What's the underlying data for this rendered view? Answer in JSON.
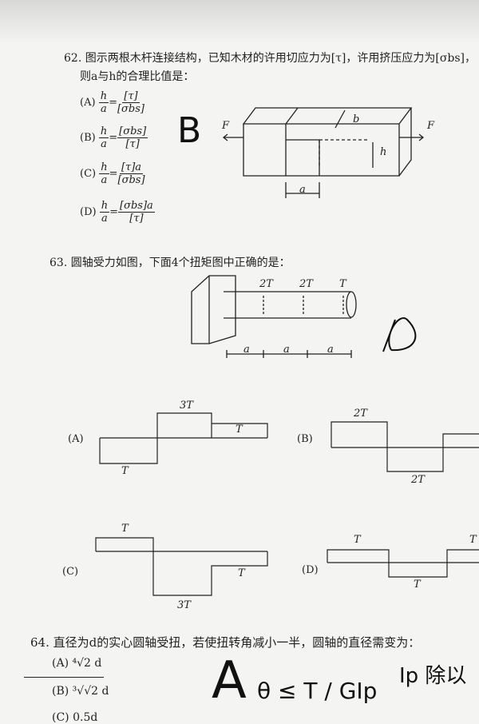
{
  "q62": {
    "line1": "62. 图示两根木杆连接结构，已知木材的许用切应力为[τ]，许用挤压应力为[σbs]，",
    "line2": "则a与h的合理比值是：",
    "options": [
      {
        "label": "(A)",
        "lhs_num": "h",
        "lhs_den": "a",
        "rhs_num": "[τ]",
        "rhs_den": "[σbs]"
      },
      {
        "label": "(B)",
        "lhs_num": "h",
        "lhs_den": "a",
        "rhs_num": "[σbs]",
        "rhs_den": "[τ]"
      },
      {
        "label": "(C)",
        "lhs_num": "h",
        "lhs_den": "a",
        "rhs_num": "[τ]a",
        "rhs_den": "[σbs]"
      },
      {
        "label": "(D)",
        "lhs_num": "h",
        "lhs_den": "a",
        "rhs_num": "[σbs]a",
        "rhs_den": "[τ]"
      }
    ],
    "figure": {
      "F_left": "F",
      "F_right": "F",
      "b": "b",
      "h": "h",
      "a": "a"
    },
    "handwritten": "B"
  },
  "q63": {
    "text": "63. 圆轴受力如图，下面4个扭矩图中正确的是：",
    "figure": {
      "t1": "2T",
      "t2": "2T",
      "t3": "T",
      "a1": "a",
      "a2": "a",
      "a3": "a"
    },
    "handwritten": "D",
    "diagrams": [
      {
        "label": "(A)",
        "top": "3T",
        "right": "T",
        "bottom": "T"
      },
      {
        "label": "(B)",
        "top": "2T",
        "bottom": "2T"
      },
      {
        "label": "(C)",
        "top": "T",
        "right": "T",
        "bottom": "3T"
      },
      {
        "label": "(D)",
        "top": "T",
        "right": "T",
        "bottom": "T"
      }
    ]
  },
  "q64": {
    "text": "64. 直径为d的实心圆轴受扭，若使扭转角减小一半，圆轴的直径需变为：",
    "options": [
      {
        "label": "(A)",
        "value": "⁴√2 d"
      },
      {
        "label": "(B)",
        "value": "³√√2 d"
      },
      {
        "label": "(C)",
        "value": "0.5d"
      }
    ],
    "handwritten": {
      "answer": "A",
      "formula": "θ ≤ T / GIp",
      "note": "Ip 除以"
    }
  }
}
